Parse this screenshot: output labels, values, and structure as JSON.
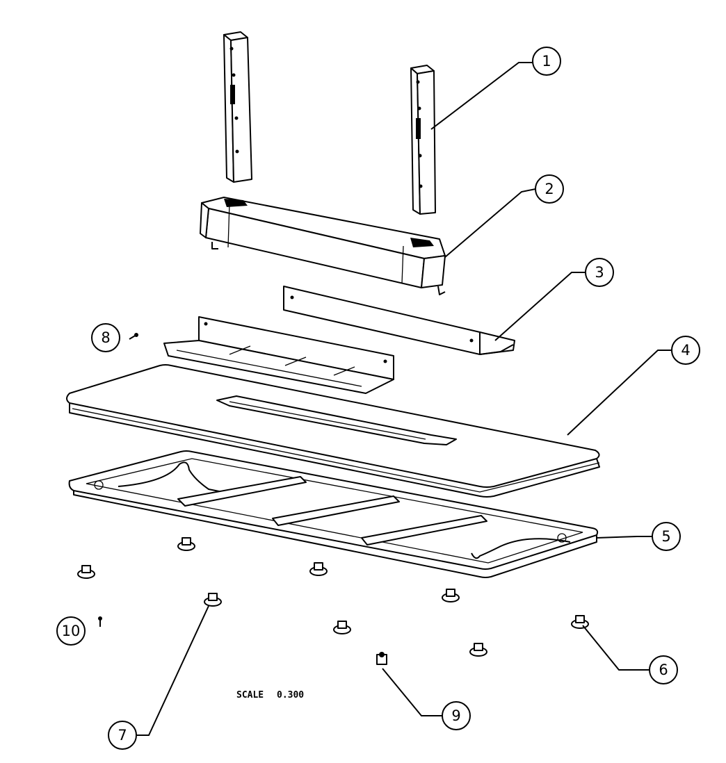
{
  "callouts": [
    {
      "id": "1",
      "label": "1"
    },
    {
      "id": "2",
      "label": "2"
    },
    {
      "id": "3",
      "label": "3"
    },
    {
      "id": "4",
      "label": "4"
    },
    {
      "id": "5",
      "label": "5"
    },
    {
      "id": "6",
      "label": "6"
    },
    {
      "id": "7",
      "label": "7"
    },
    {
      "id": "8",
      "label": "8"
    },
    {
      "id": "9",
      "label": "9"
    },
    {
      "id": "10",
      "label": "10"
    }
  ],
  "scale_note": {
    "label": "SCALE",
    "value": "0.300"
  }
}
